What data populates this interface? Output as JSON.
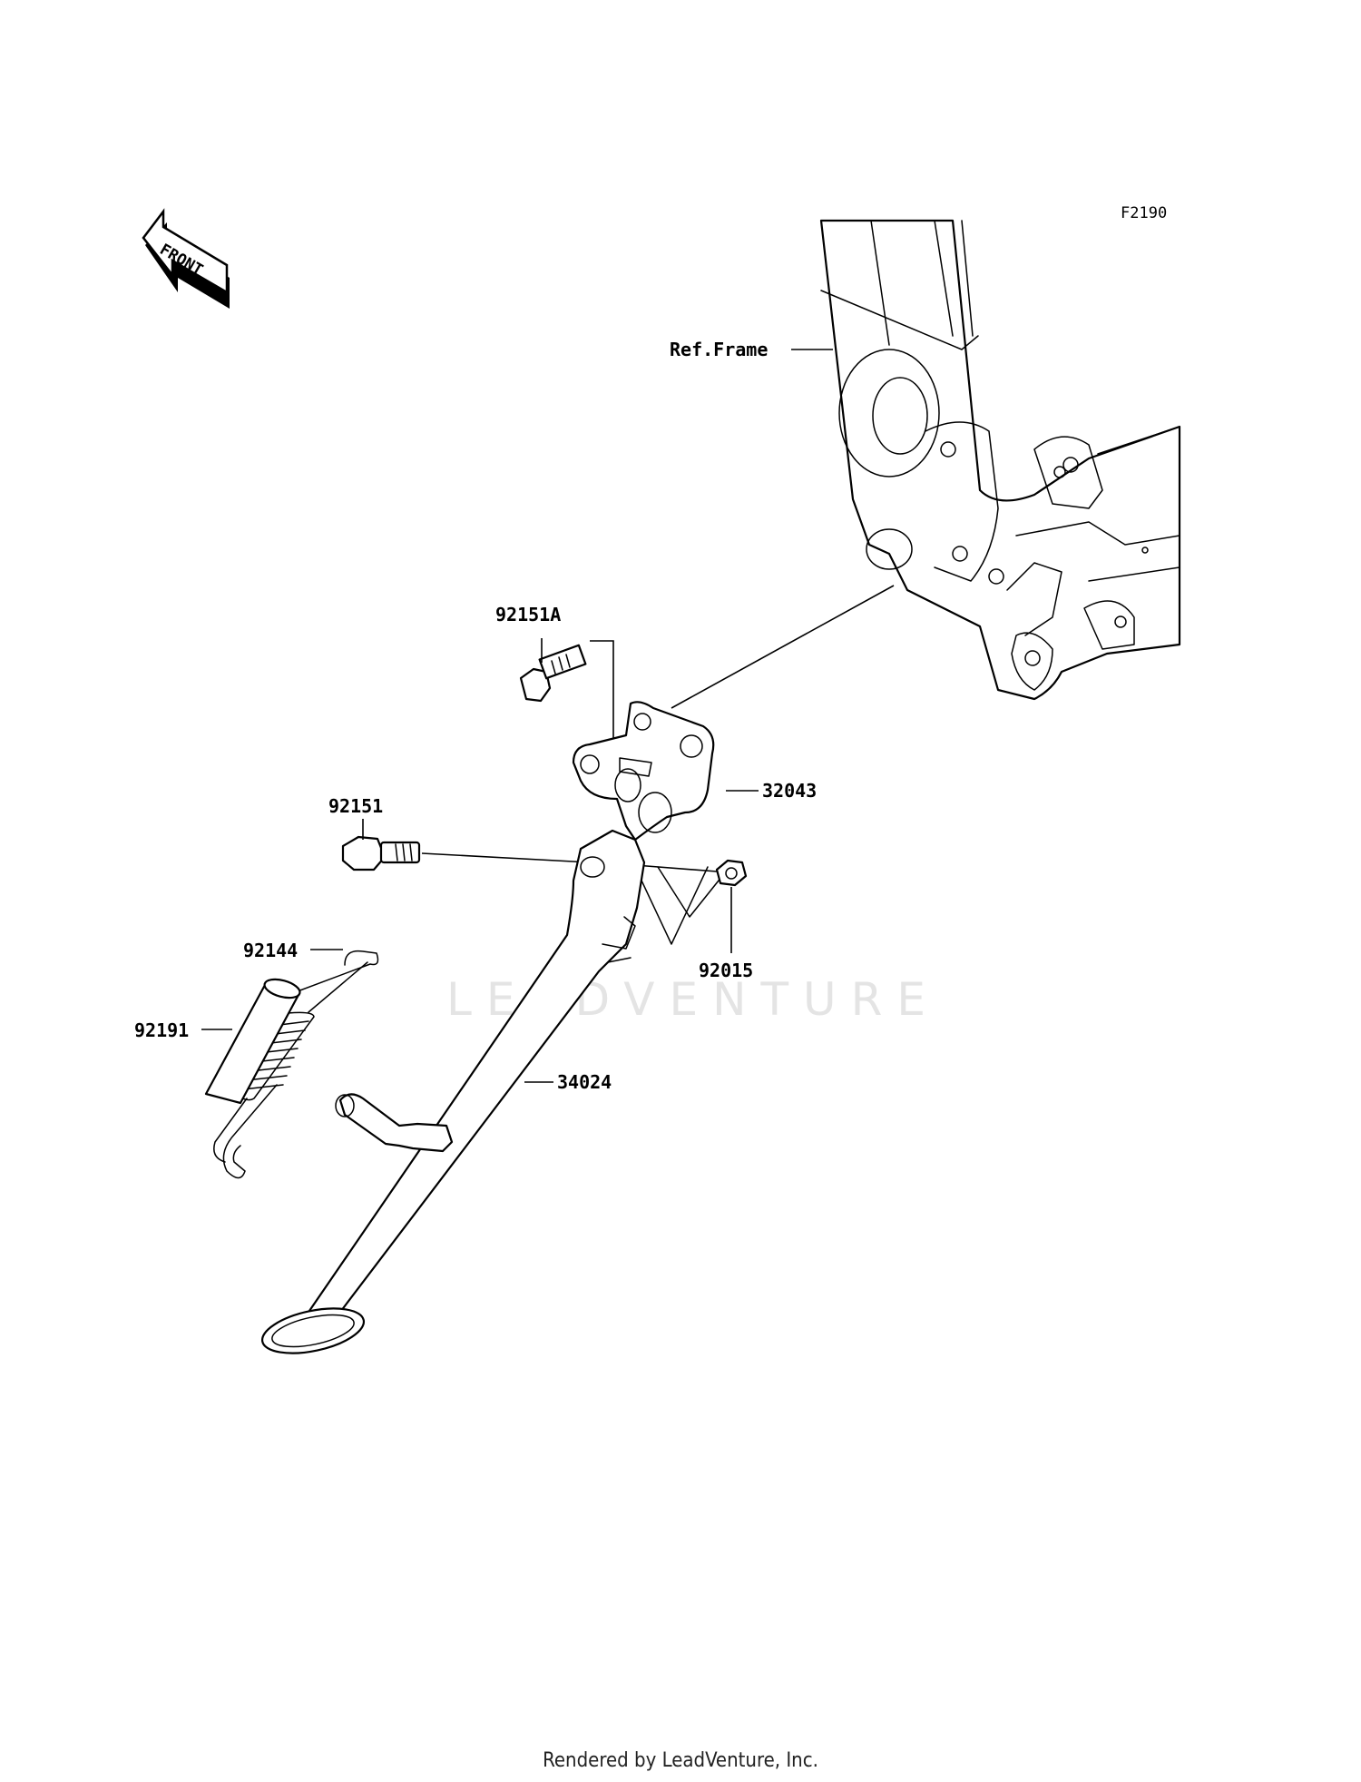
{
  "figure_code": "F2190",
  "front_marker": "FRONT",
  "reference_label": "Ref.Frame",
  "watermark": "LEADVENTURE",
  "parts": [
    {
      "number": "92151A"
    },
    {
      "number": "32043"
    },
    {
      "number": "92151"
    },
    {
      "number": "92015"
    },
    {
      "number": "92144"
    },
    {
      "number": "92191"
    },
    {
      "number": "34024"
    }
  ],
  "footer": "Rendered by LeadVenture, Inc."
}
